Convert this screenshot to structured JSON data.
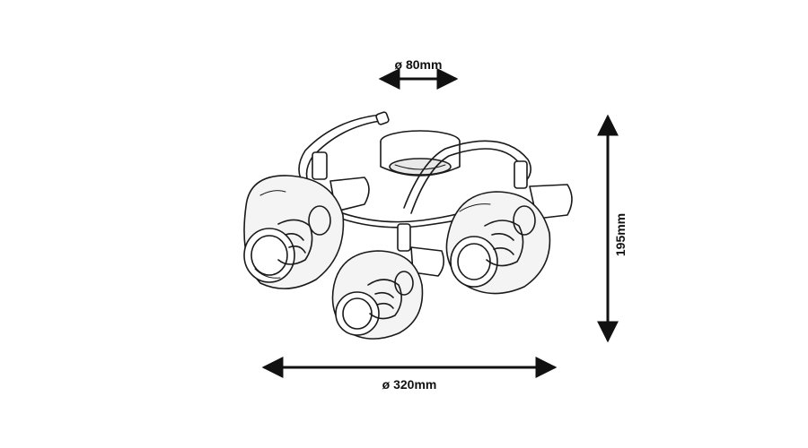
{
  "dimensions": {
    "top_diameter": "ø 80mm",
    "bottom_diameter": "ø 320mm",
    "height": "195mm"
  },
  "colors": {
    "line": "#1a1a1a",
    "shade_fill": "#f4f4f4",
    "background": "#ffffff"
  }
}
